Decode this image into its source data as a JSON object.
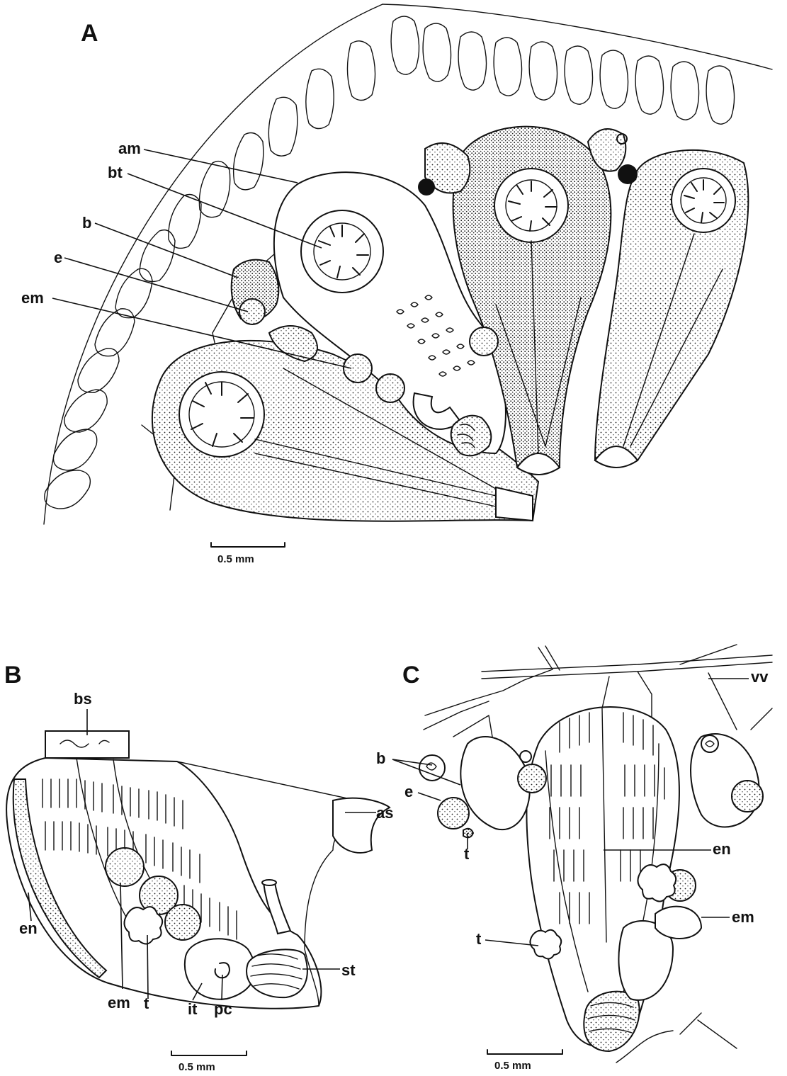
{
  "panels": {
    "A": {
      "letter": "A",
      "labels": [
        "am",
        "bt",
        "b",
        "e",
        "em"
      ],
      "scale": "0.5 mm"
    },
    "B": {
      "letter": "B",
      "labels": [
        "bs",
        "as",
        "en",
        "em",
        "t",
        "it",
        "pc",
        "st"
      ],
      "scale": "0.5 mm"
    },
    "C": {
      "letter": "C",
      "labels": [
        "vv",
        "b",
        "e",
        "t",
        "en",
        "em",
        "t"
      ],
      "scale": "0.5 mm"
    }
  }
}
